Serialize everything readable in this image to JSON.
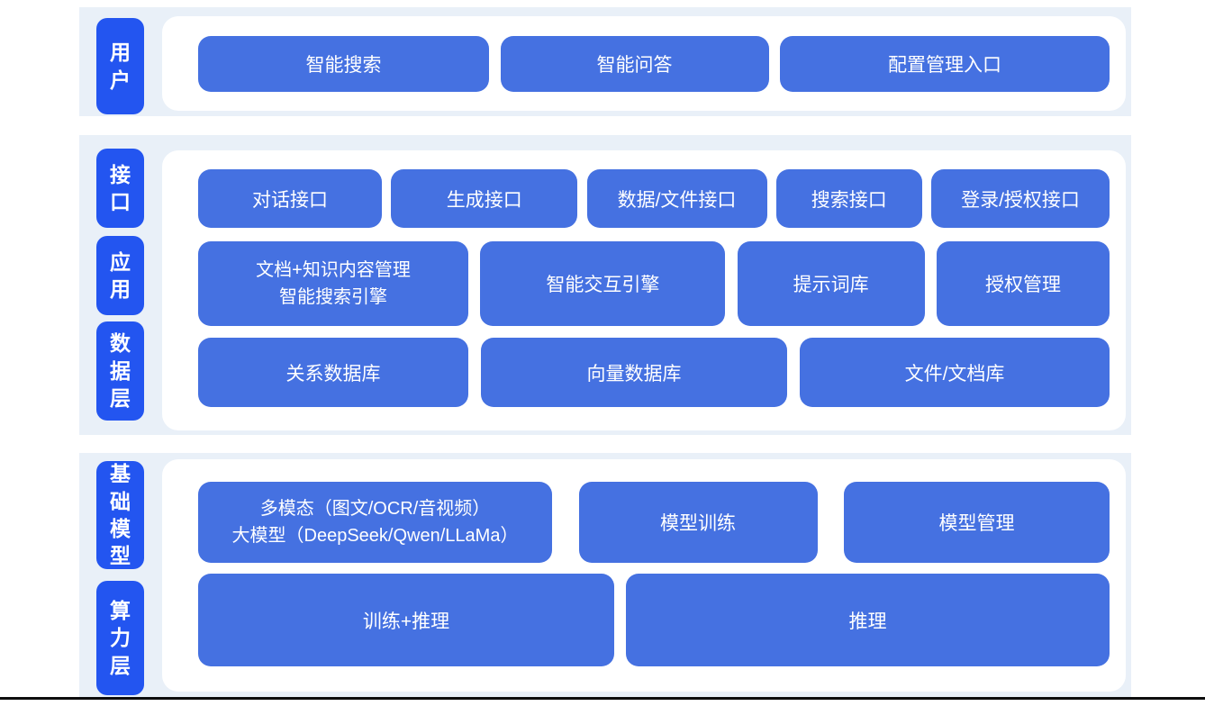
{
  "colors": {
    "label_bg": "#2355F0",
    "node_bg": "#4571E1",
    "section_bg": "#E9F0F8",
    "panel_bg": "#FFFFFF",
    "node_text": "#FFFFFF",
    "divider": "#0D0D0D"
  },
  "sections": [
    {
      "labels": [
        "用户"
      ],
      "rows": [
        [
          {
            "label": "智能搜索"
          },
          {
            "label": "智能问答"
          },
          {
            "label": "配置管理入口"
          }
        ]
      ]
    },
    {
      "labels": [
        "接口",
        "应用",
        "数据层"
      ],
      "rows": [
        [
          {
            "label": "对话接口"
          },
          {
            "label": "生成接口"
          },
          {
            "label": "数据/文件接口"
          },
          {
            "label": "搜索接口"
          },
          {
            "label": "登录/授权接口"
          }
        ],
        [
          {
            "lines": [
              "文档+知识内容管理",
              "智能搜索引擎"
            ]
          },
          {
            "label": "智能交互引擎"
          },
          {
            "label": "提示词库"
          },
          {
            "label": "授权管理"
          }
        ],
        [
          {
            "label": "关系数据库"
          },
          {
            "label": "向量数据库"
          },
          {
            "label": "文件/文档库"
          }
        ]
      ]
    },
    {
      "labels": [
        "基础模型",
        "算力层"
      ],
      "rows": [
        [
          {
            "lines": [
              "多模态（图文/OCR/音视频）",
              "大模型（DeepSeek/Qwen/LLaMa）"
            ]
          },
          {
            "label": "模型训练"
          },
          {
            "label": "模型管理"
          }
        ],
        [
          {
            "label": "训练+推理"
          },
          {
            "label": "推理"
          }
        ]
      ]
    }
  ]
}
